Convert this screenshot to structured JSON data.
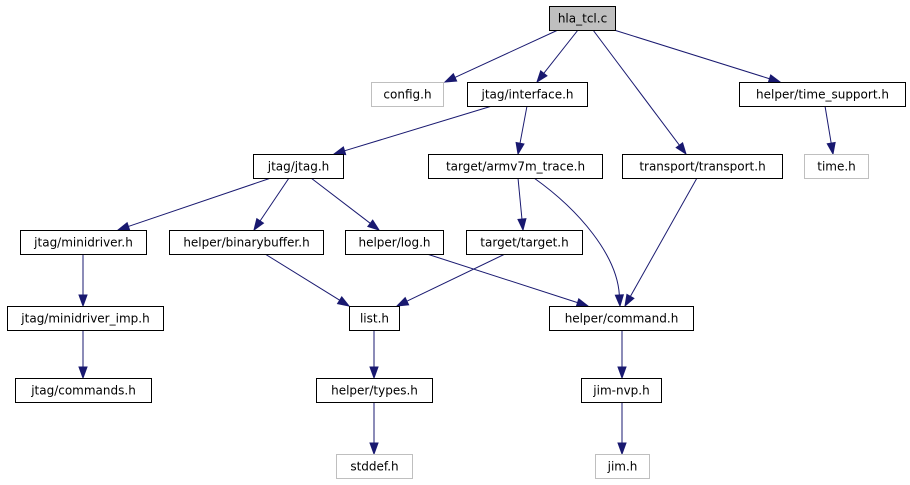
{
  "diagram": {
    "nodes": [
      {
        "id": "hla_tcl",
        "label": "hla_tcl.c",
        "style": "root"
      },
      {
        "id": "config",
        "label": "config.h",
        "style": "external"
      },
      {
        "id": "jtag_interface",
        "label": "jtag/interface.h",
        "style": "normal"
      },
      {
        "id": "transport",
        "label": "transport/transport.h",
        "style": "normal"
      },
      {
        "id": "time_support",
        "label": "helper/time_support.h",
        "style": "normal"
      },
      {
        "id": "jtag_jtag",
        "label": "jtag/jtag.h",
        "style": "normal"
      },
      {
        "id": "armv7m_trace",
        "label": "target/armv7m_trace.h",
        "style": "normal"
      },
      {
        "id": "time",
        "label": "time.h",
        "style": "external"
      },
      {
        "id": "minidriver",
        "label": "jtag/minidriver.h",
        "style": "normal"
      },
      {
        "id": "binarybuffer",
        "label": "helper/binarybuffer.h",
        "style": "normal"
      },
      {
        "id": "log",
        "label": "helper/log.h",
        "style": "normal"
      },
      {
        "id": "target",
        "label": "target/target.h",
        "style": "normal"
      },
      {
        "id": "minidriver_imp",
        "label": "jtag/minidriver_imp.h",
        "style": "normal"
      },
      {
        "id": "list",
        "label": "list.h",
        "style": "normal"
      },
      {
        "id": "command",
        "label": "helper/command.h",
        "style": "normal"
      },
      {
        "id": "commands",
        "label": "jtag/commands.h",
        "style": "normal"
      },
      {
        "id": "types",
        "label": "helper/types.h",
        "style": "normal"
      },
      {
        "id": "jim_nvp",
        "label": "jim-nvp.h",
        "style": "normal"
      },
      {
        "id": "stddef",
        "label": "stddef.h",
        "style": "external"
      },
      {
        "id": "jim",
        "label": "jim.h",
        "style": "external"
      }
    ],
    "edges": [
      {
        "from": "hla_tcl",
        "to": "config"
      },
      {
        "from": "hla_tcl",
        "to": "jtag_interface"
      },
      {
        "from": "hla_tcl",
        "to": "transport"
      },
      {
        "from": "hla_tcl",
        "to": "time_support"
      },
      {
        "from": "jtag_interface",
        "to": "jtag_jtag"
      },
      {
        "from": "jtag_interface",
        "to": "armv7m_trace"
      },
      {
        "from": "time_support",
        "to": "time"
      },
      {
        "from": "jtag_jtag",
        "to": "minidriver"
      },
      {
        "from": "jtag_jtag",
        "to": "binarybuffer"
      },
      {
        "from": "jtag_jtag",
        "to": "log"
      },
      {
        "from": "armv7m_trace",
        "to": "target"
      },
      {
        "from": "armv7m_trace",
        "to": "command"
      },
      {
        "from": "transport",
        "to": "command"
      },
      {
        "from": "minidriver",
        "to": "minidriver_imp"
      },
      {
        "from": "binarybuffer",
        "to": "list"
      },
      {
        "from": "log",
        "to": "command"
      },
      {
        "from": "target",
        "to": "list"
      },
      {
        "from": "minidriver_imp",
        "to": "commands"
      },
      {
        "from": "list",
        "to": "types"
      },
      {
        "from": "command",
        "to": "jim_nvp"
      },
      {
        "from": "types",
        "to": "stddef"
      },
      {
        "from": "jim_nvp",
        "to": "jim"
      }
    ],
    "colors": {
      "edge": "#191970",
      "root_fill": "#bfbfbf",
      "external_border": "#bfbfbf",
      "border": "#000000"
    }
  }
}
